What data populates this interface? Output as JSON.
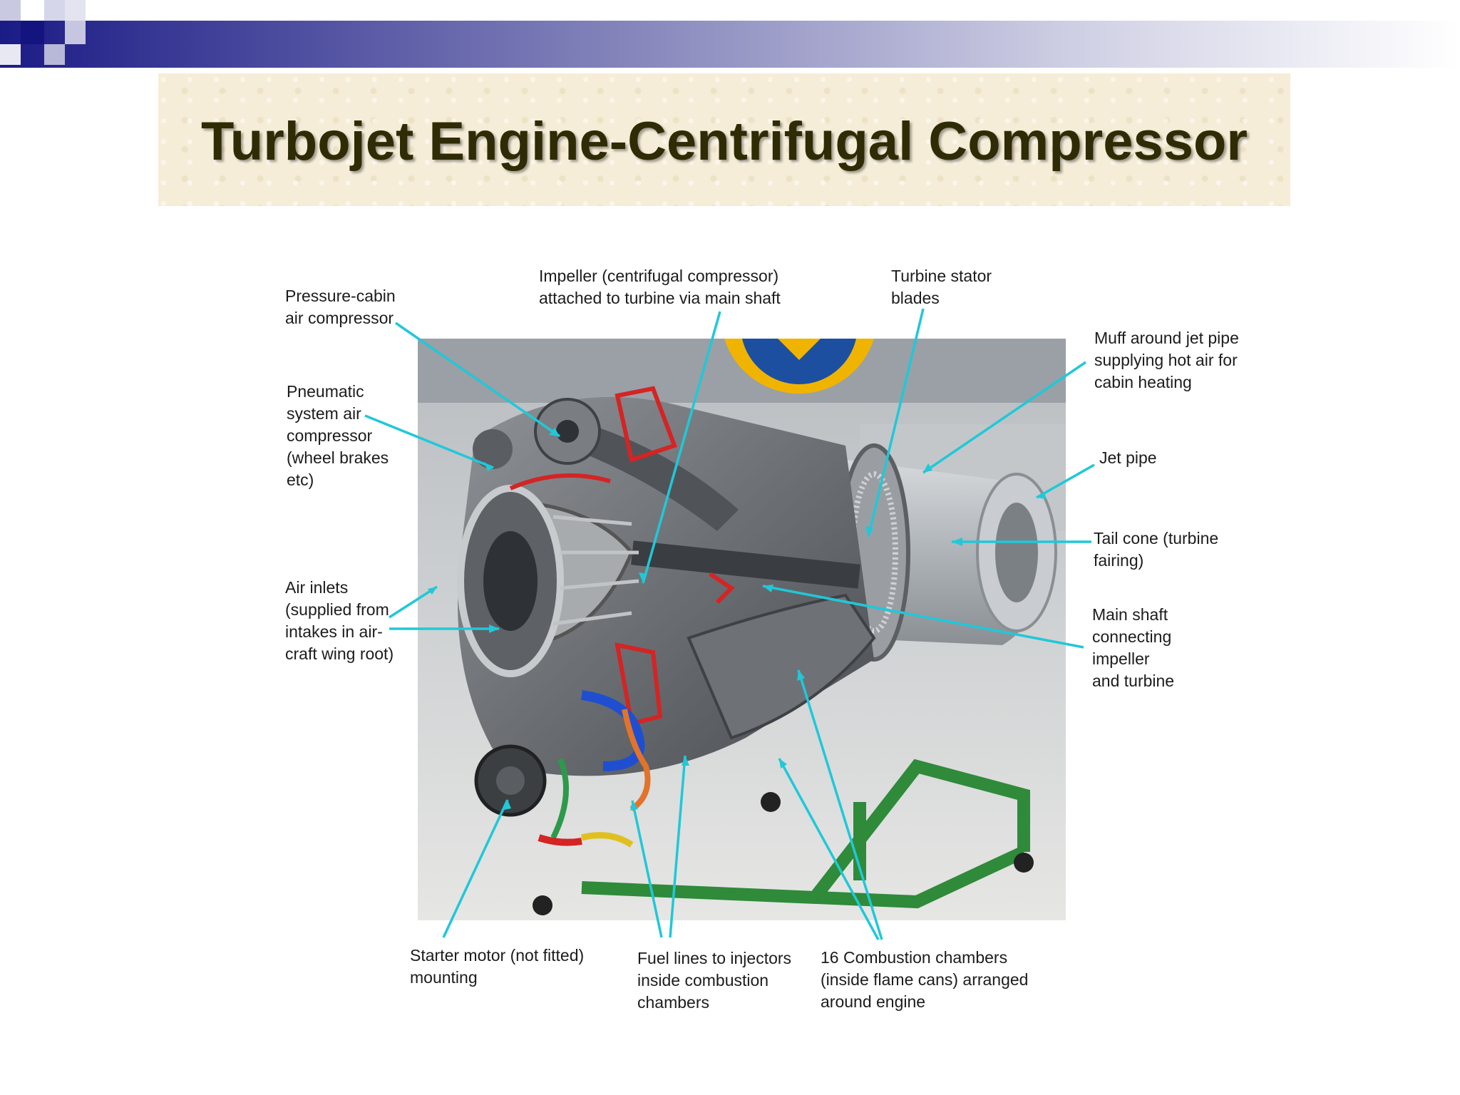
{
  "slide": {
    "title": "Turbojet Engine-Centrifugal Compressor"
  },
  "colors": {
    "band_dark": "#1b1b86",
    "title_text": "#2f2b05",
    "title_box": "#f6edd8",
    "leader_line": "#20c8d8",
    "stand_green": "#2f8a3a",
    "cutaway_red": "#d42424",
    "roundel_yellow": "#f0b400",
    "roundel_blue": "#1d4fa0"
  },
  "diagram": {
    "labels": {
      "pressure_cabin": "Pressure-cabin\nair compressor",
      "impeller": "Impeller (centrifugal compressor)\nattached to turbine via main shaft",
      "turbine_stator": "Turbine stator\nblades",
      "muff": "Muff around jet pipe\nsupplying hot air for\ncabin heating",
      "pneumatic": "Pneumatic\nsystem air\ncompressor\n(wheel brakes\netc)",
      "jet_pipe": "Jet pipe",
      "tail_cone": "Tail cone (turbine\nfairing)",
      "air_inlets": "Air inlets\n(supplied from\nintakes in air-\ncraft wing root)",
      "main_shaft": "Main shaft\nconnecting\nimpeller\nand turbine",
      "starter": "Starter motor (not fitted)\nmounting",
      "fuel_lines": "Fuel lines to injectors\ninside combustion\nchambers",
      "combustion": "16 Combustion chambers\n(inside flame cans) arranged\naround engine"
    }
  }
}
